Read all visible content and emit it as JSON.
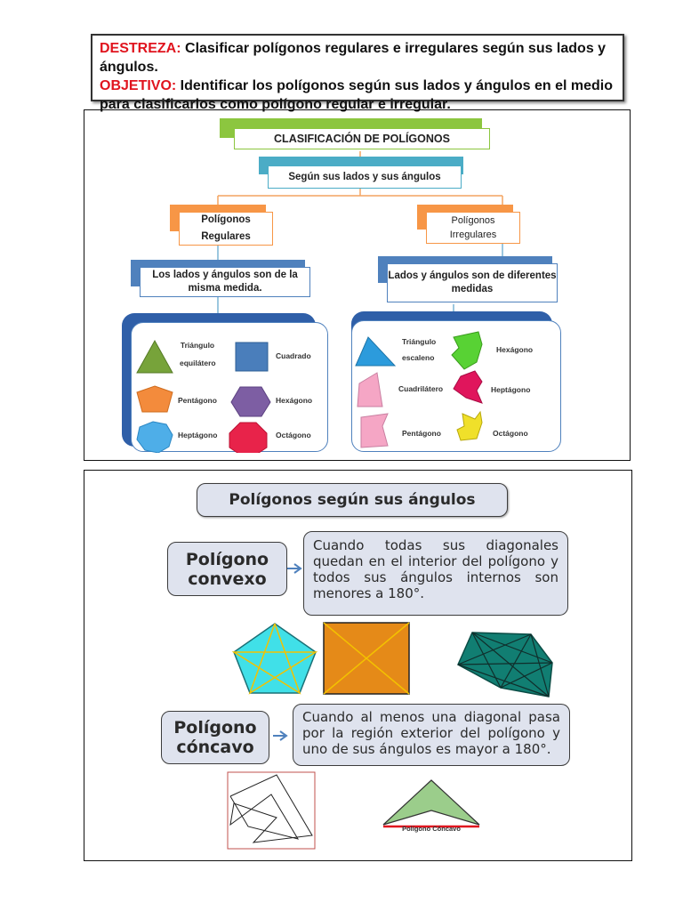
{
  "header": {
    "destreza_label": "DESTREZA:",
    "destreza_text": " Clasificar polígonos regulares e irregulares según sus lados y ángulos.",
    "objetivo_label": "OBJETIVO:",
    "objetivo_text": " Identificar los polígonos según sus lados y ángulos en el medio para clasificarlos como polígono regular e irregular."
  },
  "diagram": {
    "title": "CLASIFICACIÓN  DE POLÍGONOS",
    "subtitle": "Según sus lados y sus ángulos",
    "regular_title": "Polígonos Regulares",
    "irregular_title": "Polígonos Irregulares",
    "regular_desc": "Los lados y ángulos son de la misma medida.",
    "irregular_desc": "Lados y ángulos  son de diferentes medidas",
    "regular_shapes": {
      "triangle": "Triángulo equilátero",
      "square": "Cuadrado",
      "pentagon": "Pentágono",
      "hexagon": "Hexágono",
      "heptagon": "Heptágono",
      "octagon": "Octágono"
    },
    "irregular_shapes": {
      "triangle": "Triángulo escaleno",
      "quadrilateral": "Cuadrilátero",
      "pentagon": "Pentágono",
      "hexagon": "Hexágono",
      "heptagon": "Heptágono",
      "octagon": "Octágono"
    }
  },
  "angles": {
    "title": "Polígonos según sus ángulos",
    "convex_label": "Polígono convexo",
    "convex_desc": "Cuando todas sus diagonales quedan en el interior del polígono y todos sus ángulos internos son menores a 180°.",
    "concave_label": "Polígono cóncavo",
    "concave_desc": "Cuando al menos una diagonal pasa por la región exterior del polígono y uno de sus ángulos es mayor a 180°.",
    "concave_caption": "Polígono  Cóncavo"
  },
  "colors": {
    "red_label": "#e0141e",
    "green_header": "#8cc63f",
    "orange_header": "#f79646",
    "blue_header": "#4bacc6",
    "navy_header": "#4f81bd"
  }
}
